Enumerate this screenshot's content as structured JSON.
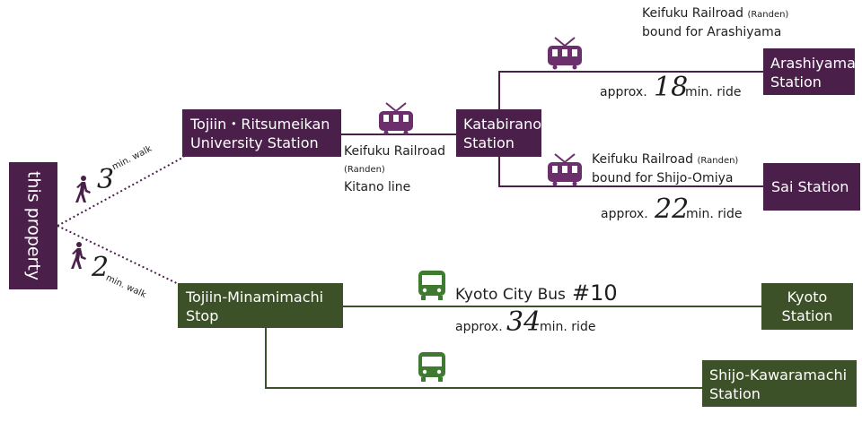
{
  "colors": {
    "purple": "#4a1f4a",
    "purple_icon": "#6b2f6b",
    "green": "#3d5129",
    "green_icon": "#3f7a31"
  },
  "property": {
    "label": "this property"
  },
  "walk_upper": {
    "num": "3",
    "unit": "min. walk",
    "icon": "pedestrian-icon"
  },
  "walk_lower": {
    "num": "2",
    "unit": "min. walk",
    "icon": "pedestrian-icon"
  },
  "stations": {
    "tojiin": {
      "line1": "Tojiin・Ritsumeikan",
      "line2": "University Station"
    },
    "katabira": {
      "line1": "Katabiranotsuji",
      "line2": "Station"
    },
    "arashiyama": {
      "line1": "Arashiyama",
      "line2": "Station"
    },
    "sai": {
      "line1": "Sai Station"
    },
    "minamimachi": {
      "line1": "Tojiin-Minamimachi",
      "line2": "Stop"
    },
    "kyoto": {
      "line1": "Kyoto",
      "line2": "Station"
    },
    "shijo": {
      "line1": "Shijo-Kawaramachi",
      "line2": "Station"
    }
  },
  "lines": {
    "kitano": {
      "name": "Keifuku Railroad",
      "sub": "(Randen)",
      "line": "Kitano line",
      "icon": "tram-icon"
    },
    "arashiyama": {
      "name": "Keifuku Railroad",
      "sub": "(Randen)",
      "bound": "bound for Arashiyama",
      "approx": "approx.",
      "min": "18",
      "unit": "min. ride",
      "icon": "tram-icon"
    },
    "shijo_omiya": {
      "name": "Keifuku Railroad",
      "sub": "(Randen)",
      "bound": "bound for Shijo-Omiya",
      "approx": "approx.",
      "min": "22",
      "unit": "min. ride",
      "icon": "tram-icon"
    },
    "bus10": {
      "name": "Kyoto City Bus",
      "number": "#10",
      "approx": "approx.",
      "min": "34",
      "unit": "min. ride",
      "icon": "bus-icon"
    },
    "bus_shijo": {
      "icon": "bus-icon"
    }
  }
}
